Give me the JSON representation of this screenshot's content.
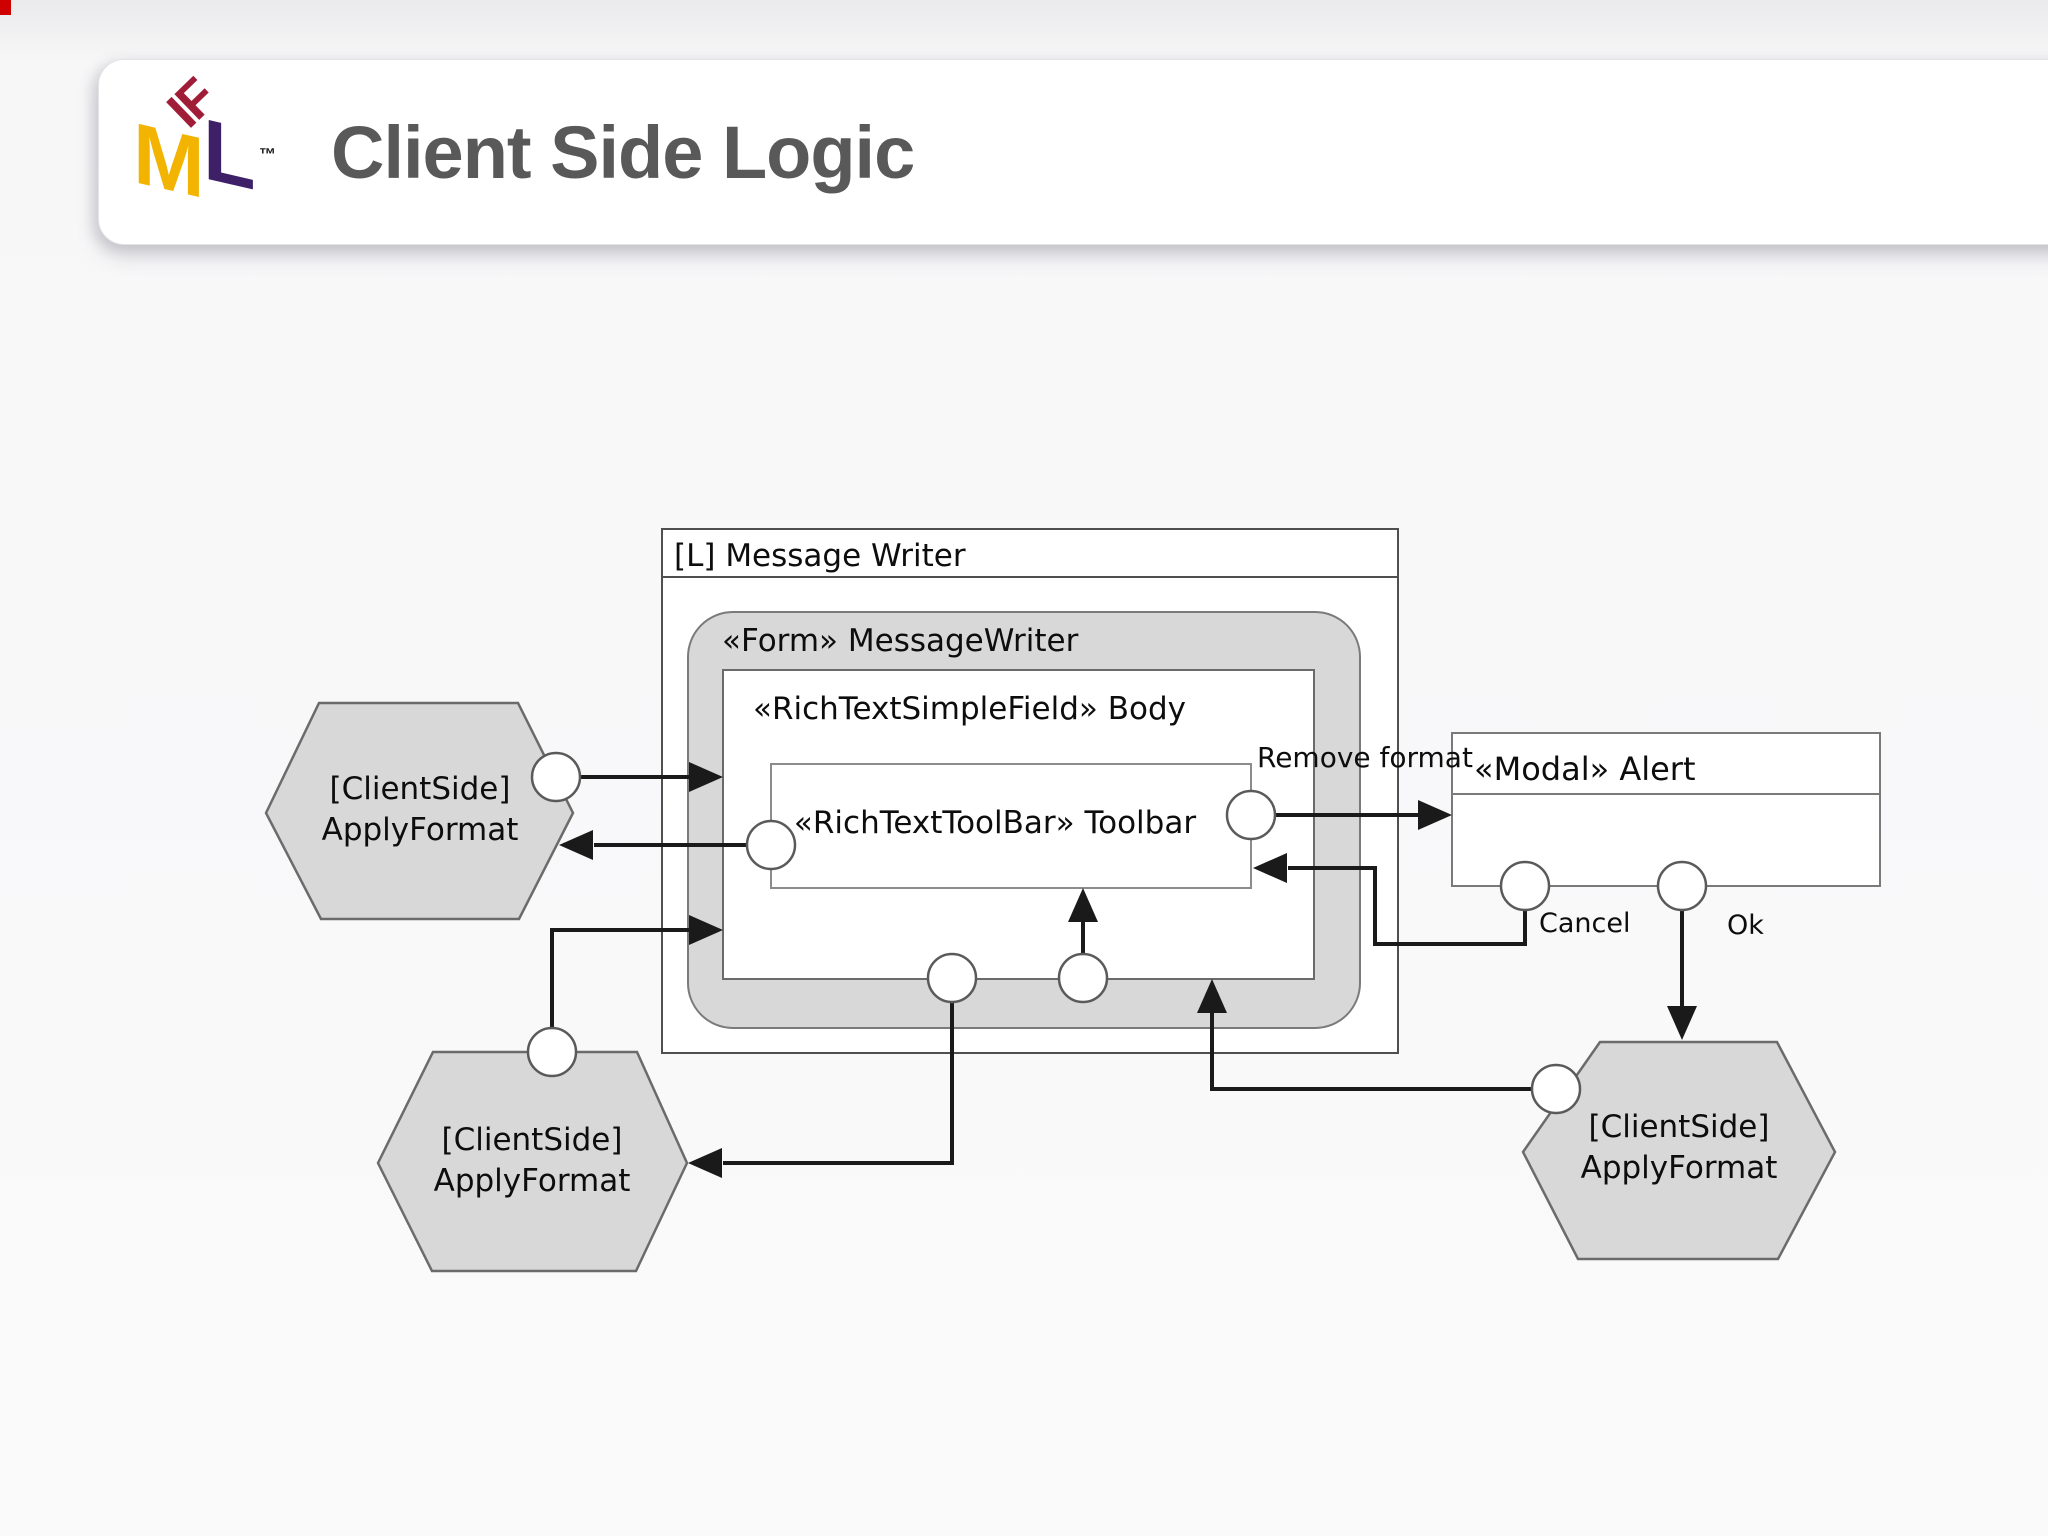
{
  "page": {
    "background": "#f7f7f8",
    "corner_marker_color": "#cf0000"
  },
  "header": {
    "title": "Client Side Logic",
    "logo": {
      "top_letters": "IF",
      "left_letter": "M",
      "right_letter": "L",
      "trademark": "™"
    }
  },
  "colors": {
    "shape_fill": "#d8d8d8",
    "logo_if": "#a01d38",
    "logo_m": "#f2b400",
    "logo_l": "#3e2069",
    "title_text": "#595959"
  },
  "diagram": {
    "container": {
      "header_label": "[L] Message Writer"
    },
    "form": {
      "label": "«Form» MessageWriter"
    },
    "rich_text_field": {
      "label": "«RichTextSimpleField» Body"
    },
    "toolbar": {
      "label": "«RichTextToolBar» Toolbar"
    },
    "modal": {
      "header_label": "«Modal» Alert",
      "cancel_port_label": "Cancel",
      "ok_port_label": "Ok"
    },
    "edge_label_remove_format": "Remove format",
    "hexagon_left": {
      "line1": "[ClientSide]",
      "line2": "ApplyFormat"
    },
    "hexagon_bottom_left": {
      "line1": "[ClientSide]",
      "line2": "ApplyFormat"
    },
    "hexagon_bottom_right": {
      "line1": "[ClientSide]",
      "line2": "ApplyFormat"
    }
  }
}
